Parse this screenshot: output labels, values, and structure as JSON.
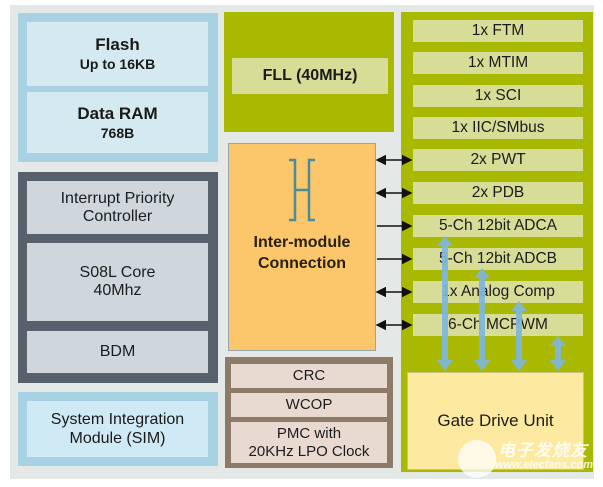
{
  "diagram": {
    "memory": {
      "flash": {
        "title": "Flash",
        "subtitle": "Up to 16KB"
      },
      "ram": {
        "title": "Data RAM",
        "subtitle": "768B"
      }
    },
    "core_block": {
      "interrupt": {
        "line1": "Interrupt Priority",
        "line2": "Controller"
      },
      "core": {
        "line1": "S08L Core",
        "line2": "40Mhz"
      },
      "bdm": "BDM"
    },
    "sim": {
      "line1": "System Integration",
      "line2": "Module (SIM)"
    },
    "fll": "FLL (40MHz)",
    "inter_module": {
      "line1": "Inter-module",
      "line2": "Connection",
      "icon": "bus-bracket-icon"
    },
    "misc_block": {
      "crc": "CRC",
      "wcop": "WCOP",
      "pmc": {
        "line1": "PMC with",
        "line2": "20KHz  LPO Clock"
      }
    },
    "peripherals": [
      {
        "label": "1x FTM",
        "connection": "none"
      },
      {
        "label": "1x MTIM",
        "connection": "none"
      },
      {
        "label": "1x SCI",
        "connection": "none"
      },
      {
        "label": "1x IIC/SMbus",
        "connection": "none"
      },
      {
        "label": "2x PWT",
        "connection": "bidirectional"
      },
      {
        "label": "2x PDB",
        "connection": "bidirectional"
      },
      {
        "label": "5-Ch 12bit ADCA",
        "connection": "input"
      },
      {
        "label": "5-Ch 12bit ADCB",
        "connection": "input"
      },
      {
        "label": "1x Analog Comp",
        "connection": "bidirectional"
      },
      {
        "label": "6-Ch MCPWM",
        "connection": "bidirectional"
      }
    ],
    "gate_drive_unit": "Gate Drive Unit",
    "gate_drive_links": [
      {
        "from": "5-Ch 12bit ADCA",
        "type": "bidirectional"
      },
      {
        "from": "5-Ch 12bit ADCB",
        "type": "bidirectional"
      },
      {
        "from": "1x Analog Comp",
        "type": "bidirectional"
      },
      {
        "from": "6-Ch MCPWM",
        "type": "bidirectional"
      }
    ],
    "colors": {
      "memory_blue": "#a9d1e4",
      "core_slate": "#56616b",
      "olive": "#a9b800",
      "orange": "#fbc76a",
      "brown": "#8d7b68",
      "gate_yellow": "#fdeaa0",
      "arrow_blue": "#7fb6e0"
    }
  },
  "watermark": {
    "line1": "电子发烧友",
    "line2": "www.elecfans.com"
  }
}
